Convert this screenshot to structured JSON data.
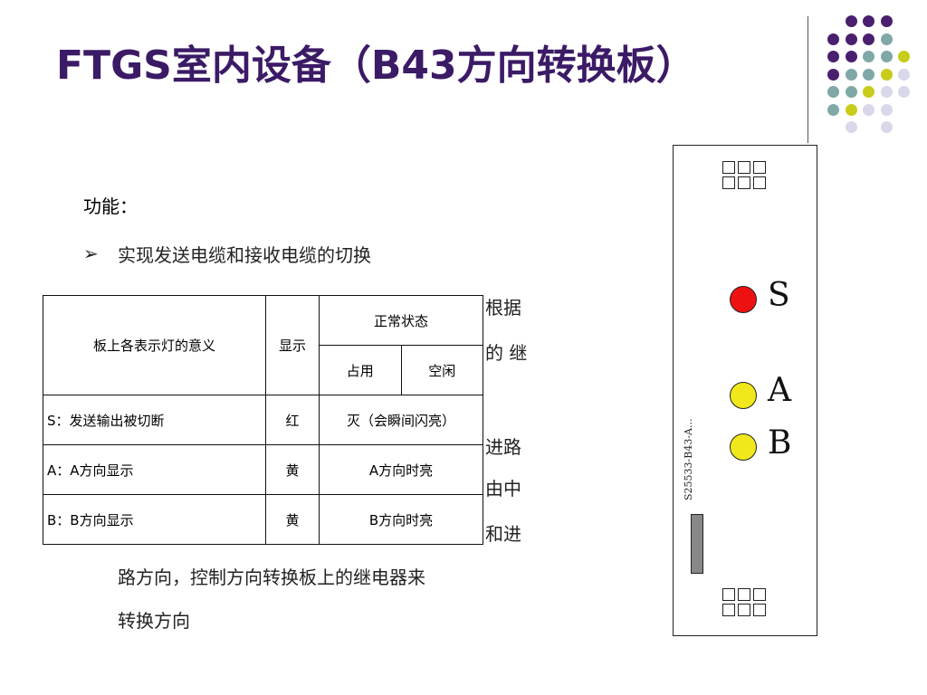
{
  "title": "FTGS室内设备（B43方向转换板）",
  "function_label": "功能：",
  "bullet_marker": "➢",
  "bullet_text": "实现发送电缆和接收电缆的切换",
  "paragraph_fragments": [
    "根据",
    "的  继",
    "进路",
    "由中",
    "和进"
  ],
  "paragraph_lines": [
    "路方向，控制方向转换板上的继电器来",
    "转换方向"
  ],
  "table": {
    "header_meaning": "板上各表示灯的意义",
    "header_display": "显示",
    "header_normal": "正常状态",
    "header_occupied": "占用",
    "header_idle": "空闲",
    "rows": [
      {
        "meaning": "S：发送输出被切断",
        "display": "红",
        "state": "灭（会瞬间闪亮）"
      },
      {
        "meaning": "A：A方向显示",
        "display": "黄",
        "state": "A方向时亮"
      },
      {
        "meaning": "B：B方向显示",
        "display": "黄",
        "state": "B方向时亮"
      }
    ]
  },
  "board": {
    "led_s_label": "S",
    "led_a_label": "A",
    "led_b_label": "B",
    "part_number": "S25533-B43-A...",
    "colors": {
      "led_s": "#ee1111",
      "led_a": "#f0e81a",
      "led_b": "#f0e81a"
    }
  },
  "decor_colors": {
    "purple": "#4a1f6e",
    "teal": "#7fa8a6",
    "olive": "#c8cc1a",
    "lavender": "#d8d8ea"
  }
}
